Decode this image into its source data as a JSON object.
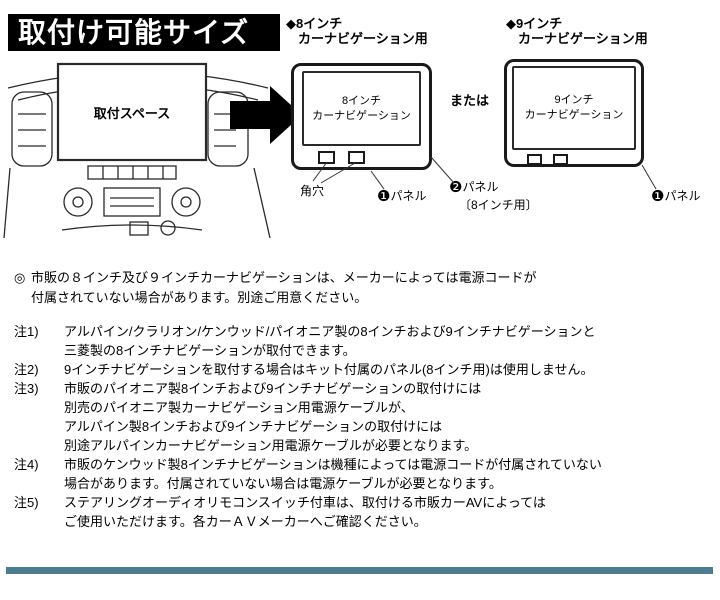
{
  "title": "取付け可能サイズ",
  "dashboard": {
    "space_label": "取付スペース"
  },
  "or_label": "または",
  "units": {
    "u8": {
      "heading1": "◆8インチ",
      "heading2": "カーナビゲーション用",
      "screen1": "8インチ",
      "screen2": "カーナビゲーション",
      "hole_label": "角穴",
      "panel1_badge": "❶",
      "panel1_label": "パネル",
      "panel2_badge": "❷",
      "panel2_label": "パネル",
      "panel2_note": "〔8インチ用〕"
    },
    "u9": {
      "heading1": "◆9インチ",
      "heading2": "カーナビゲーション用",
      "screen1": "9インチ",
      "screen2": "カーナビゲーション",
      "panel1_badge": "❶",
      "panel1_label": "パネル"
    }
  },
  "notes": [
    {
      "marker": "◎",
      "lines": [
        "市販の８インチ及び９インチカーナビゲーションは、メーカーによっては電源コードが",
        "付属されていない場合があります。別途ご用意ください。"
      ]
    },
    {
      "marker": "注1)",
      "lines": [
        "アルパイン/クラリオン/ケンウッド/パイオニア製の8インチおよび9インチナビゲーションと",
        "三菱製の8インチナビゲーションが取付できます。"
      ]
    },
    {
      "marker": "注2)",
      "lines": [
        "9インチナビゲーションを取付する場合はキット付属のパネル(8インチ用)は使用しません。"
      ]
    },
    {
      "marker": "注3)",
      "lines": [
        "市販のパイオニア製8インチおよび9インチナビゲーションの取付けには",
        "別売のパイオニア製カーナビゲーション用電源ケーブルが、",
        "アルパイン製8インチおよび9インチナビゲーションの取付けには",
        "別途アルパインカーナビゲーション用電源ケーブルが必要となります。"
      ]
    },
    {
      "marker": "注4)",
      "lines": [
        "市販のケンウッド製8インチナビゲーションは機種によっては電源コードが付属されていない",
        "場合があります。付属されていない場合は電源ケーブルが必要となります。"
      ]
    },
    {
      "marker": "注5)",
      "lines": [
        "ステアリングオーディオリモコンスイッチ付車は、取付ける市販カーAVによっては",
        "ご使用いただけます。各カーＡＶメーカーへご確認ください。"
      ]
    }
  ],
  "colors": {
    "banner_bg": "#000000",
    "banner_fg": "#ffffff",
    "bottom_bar": "#4d7e8f"
  }
}
